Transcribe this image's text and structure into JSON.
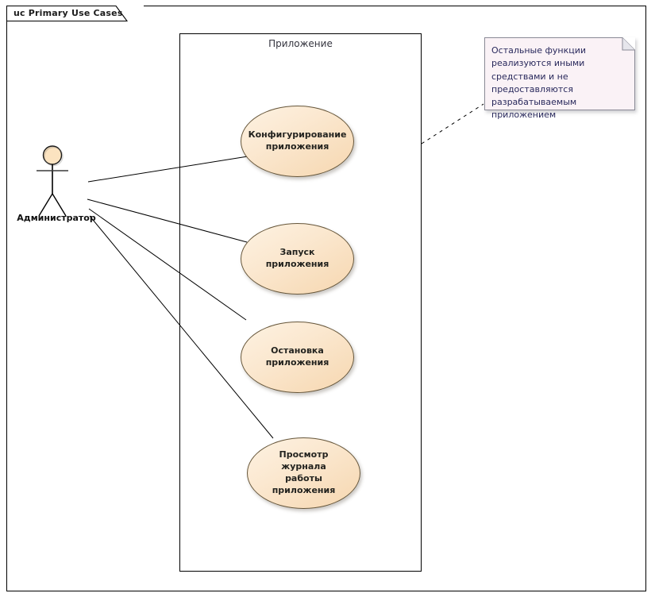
{
  "diagram": {
    "frame_label": "uc Primary Use Cases",
    "boundary_label": "Приложение",
    "background_color": "#ffffff",
    "line_color": "#000000"
  },
  "actor": {
    "name": "Администратор",
    "fill_color": "#fbe3c0",
    "stroke_color": "#1a1a1a"
  },
  "use_cases": [
    {
      "id": "uc-configure",
      "label": "Конфигурирование\nприложения"
    },
    {
      "id": "uc-start",
      "label": "Запуск приложения"
    },
    {
      "id": "uc-stop",
      "label": "Остановка\nприложения"
    },
    {
      "id": "uc-viewlog",
      "label": "Просмотр журнала\nработы приложения"
    }
  ],
  "note": {
    "text": "Остальные функции реализуются иными средствами и не предоставляются разрабатываемым приложением",
    "fill_color": "#faf2f6",
    "border_color": "#8a8a96",
    "text_color": "#29295c"
  },
  "colors": {
    "usecase_fill_light": "#fdf2e2",
    "usecase_fill_dark": "#f6d7b0",
    "usecase_stroke": "#66563a"
  }
}
